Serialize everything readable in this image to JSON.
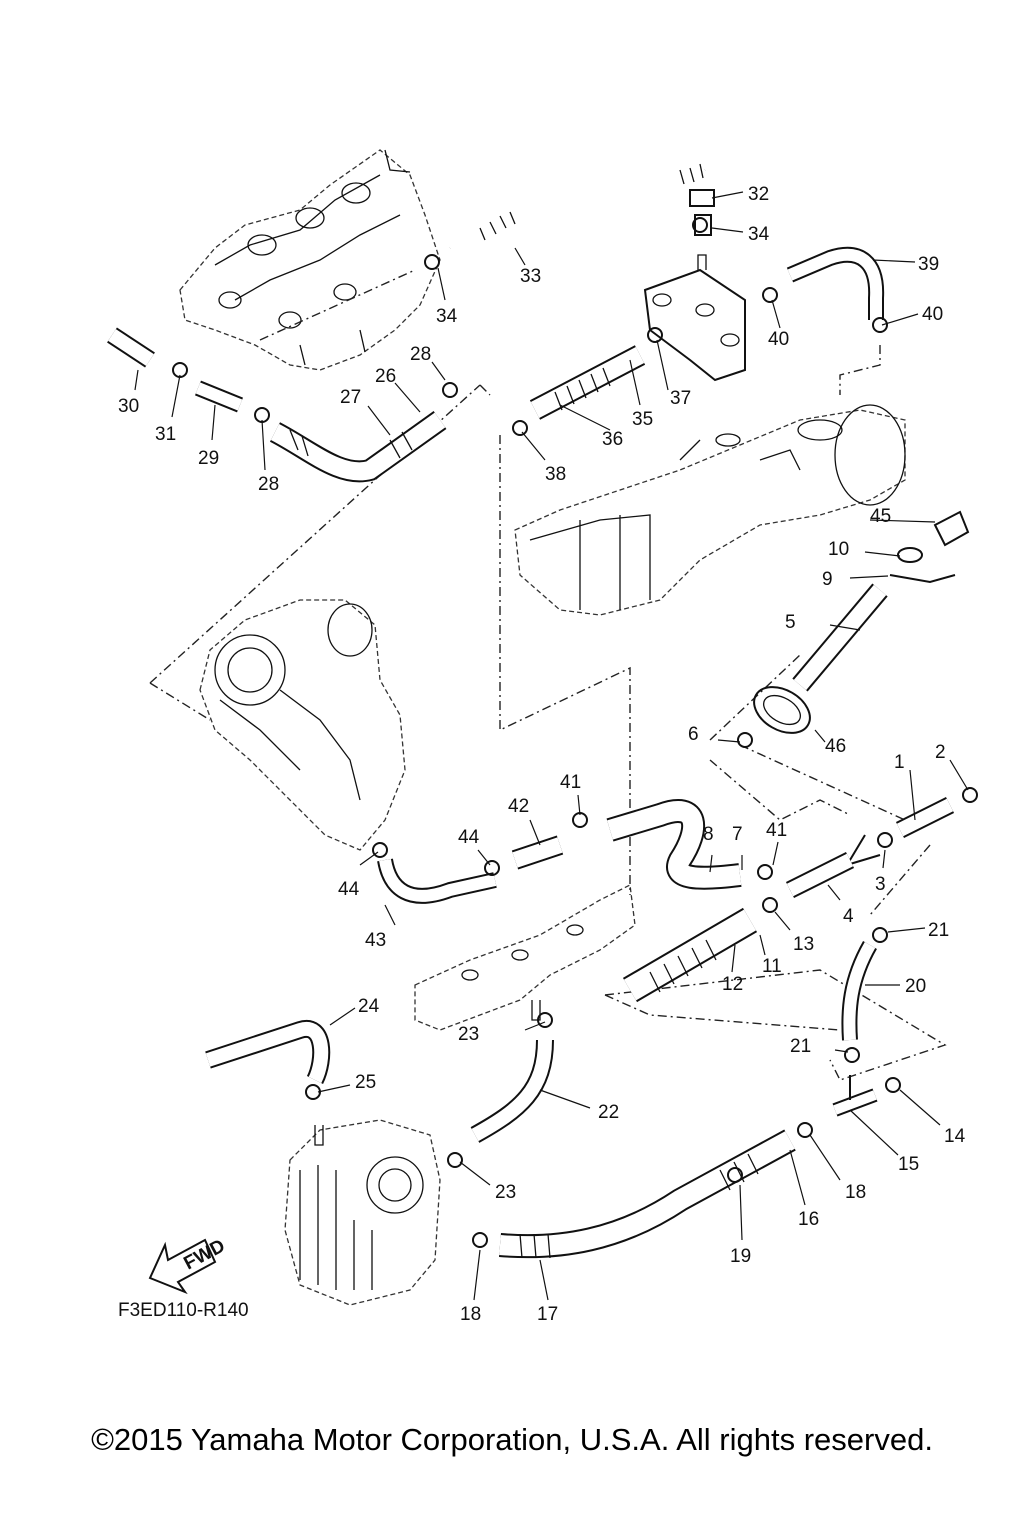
{
  "diagram": {
    "callouts": [
      {
        "id": "c1",
        "text": "1"
      },
      {
        "id": "c2",
        "text": "2"
      },
      {
        "id": "c3",
        "text": "3"
      },
      {
        "id": "c4",
        "text": "4"
      },
      {
        "id": "c5",
        "text": "5"
      },
      {
        "id": "c6",
        "text": "6"
      },
      {
        "id": "c7",
        "text": "7"
      },
      {
        "id": "c8",
        "text": "8"
      },
      {
        "id": "c9",
        "text": "9"
      },
      {
        "id": "c10",
        "text": "10"
      },
      {
        "id": "c11",
        "text": "11"
      },
      {
        "id": "c12",
        "text": "12"
      },
      {
        "id": "c13",
        "text": "13"
      },
      {
        "id": "c14",
        "text": "14"
      },
      {
        "id": "c15",
        "text": "15"
      },
      {
        "id": "c16",
        "text": "16"
      },
      {
        "id": "c17",
        "text": "17"
      },
      {
        "id": "c18a",
        "text": "18"
      },
      {
        "id": "c18b",
        "text": "18"
      },
      {
        "id": "c19",
        "text": "19"
      },
      {
        "id": "c20",
        "text": "20"
      },
      {
        "id": "c21a",
        "text": "21"
      },
      {
        "id": "c21b",
        "text": "21"
      },
      {
        "id": "c22",
        "text": "22"
      },
      {
        "id": "c23a",
        "text": "23"
      },
      {
        "id": "c23b",
        "text": "23"
      },
      {
        "id": "c24",
        "text": "24"
      },
      {
        "id": "c25",
        "text": "25"
      },
      {
        "id": "c26",
        "text": "26"
      },
      {
        "id": "c27",
        "text": "27"
      },
      {
        "id": "c28a",
        "text": "28"
      },
      {
        "id": "c28b",
        "text": "28"
      },
      {
        "id": "c29",
        "text": "29"
      },
      {
        "id": "c30",
        "text": "30"
      },
      {
        "id": "c31",
        "text": "31"
      },
      {
        "id": "c32",
        "text": "32"
      },
      {
        "id": "c33",
        "text": "33"
      },
      {
        "id": "c34a",
        "text": "34"
      },
      {
        "id": "c34b",
        "text": "34"
      },
      {
        "id": "c35",
        "text": "35"
      },
      {
        "id": "c36",
        "text": "36"
      },
      {
        "id": "c37",
        "text": "37"
      },
      {
        "id": "c38",
        "text": "38"
      },
      {
        "id": "c39",
        "text": "39"
      },
      {
        "id": "c40a",
        "text": "40"
      },
      {
        "id": "c40b",
        "text": "40"
      },
      {
        "id": "c41a",
        "text": "41"
      },
      {
        "id": "c41b",
        "text": "41"
      },
      {
        "id": "c42",
        "text": "42"
      },
      {
        "id": "c43",
        "text": "43"
      },
      {
        "id": "c44a",
        "text": "44"
      },
      {
        "id": "c44b",
        "text": "44"
      },
      {
        "id": "c45",
        "text": "45"
      },
      {
        "id": "c46",
        "text": "46"
      }
    ],
    "fwd_label": "FWD",
    "drawing_code": "F3ED110-R140"
  },
  "footer": {
    "copyright": "©2015 Yamaha Motor Corporation, U.S.A. All rights reserved."
  }
}
